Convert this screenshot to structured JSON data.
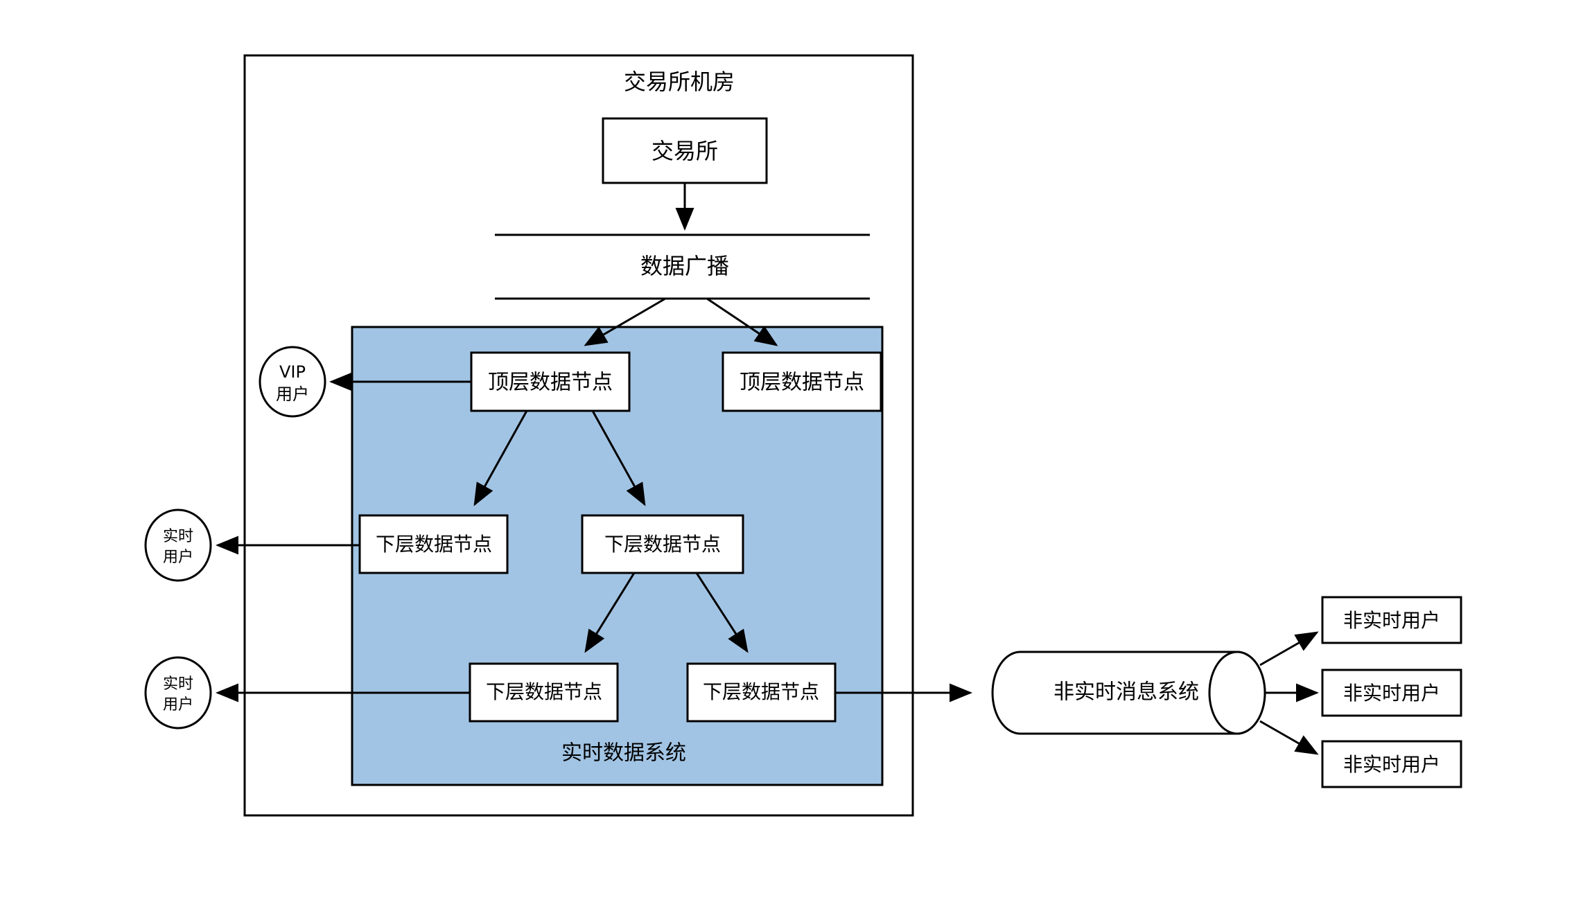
{
  "diagram": {
    "title": "交易所机房",
    "exchange_box": {
      "label": "交易所"
    },
    "broadcast": {
      "label": "数据广播"
    },
    "realtime_system": {
      "label": "实时数据系统",
      "fill_color": "#a2c4e4"
    },
    "top_nodes": [
      {
        "label": "顶层数据节点"
      },
      {
        "label": "顶层数据节点"
      }
    ],
    "lower_nodes_row1": [
      {
        "label": "下层数据节点"
      },
      {
        "label": "下层数据节点"
      }
    ],
    "lower_nodes_row2": [
      {
        "label": "下层数据节点"
      },
      {
        "label": "下层数据节点"
      }
    ],
    "vip_user": {
      "line1": "VIP",
      "line2": "用户"
    },
    "realtime_users": [
      {
        "line1": "实时",
        "line2": "用户"
      },
      {
        "line1": "实时",
        "line2": "用户"
      }
    ],
    "message_system": {
      "label": "非实时消息系统"
    },
    "non_realtime_users": [
      {
        "label": "非实时用户"
      },
      {
        "label": "非实时用户"
      },
      {
        "label": "非实时用户"
      }
    ],
    "colors": {
      "stroke": "#000000",
      "background": "#ffffff",
      "system_fill": "#a2c4e4"
    }
  }
}
